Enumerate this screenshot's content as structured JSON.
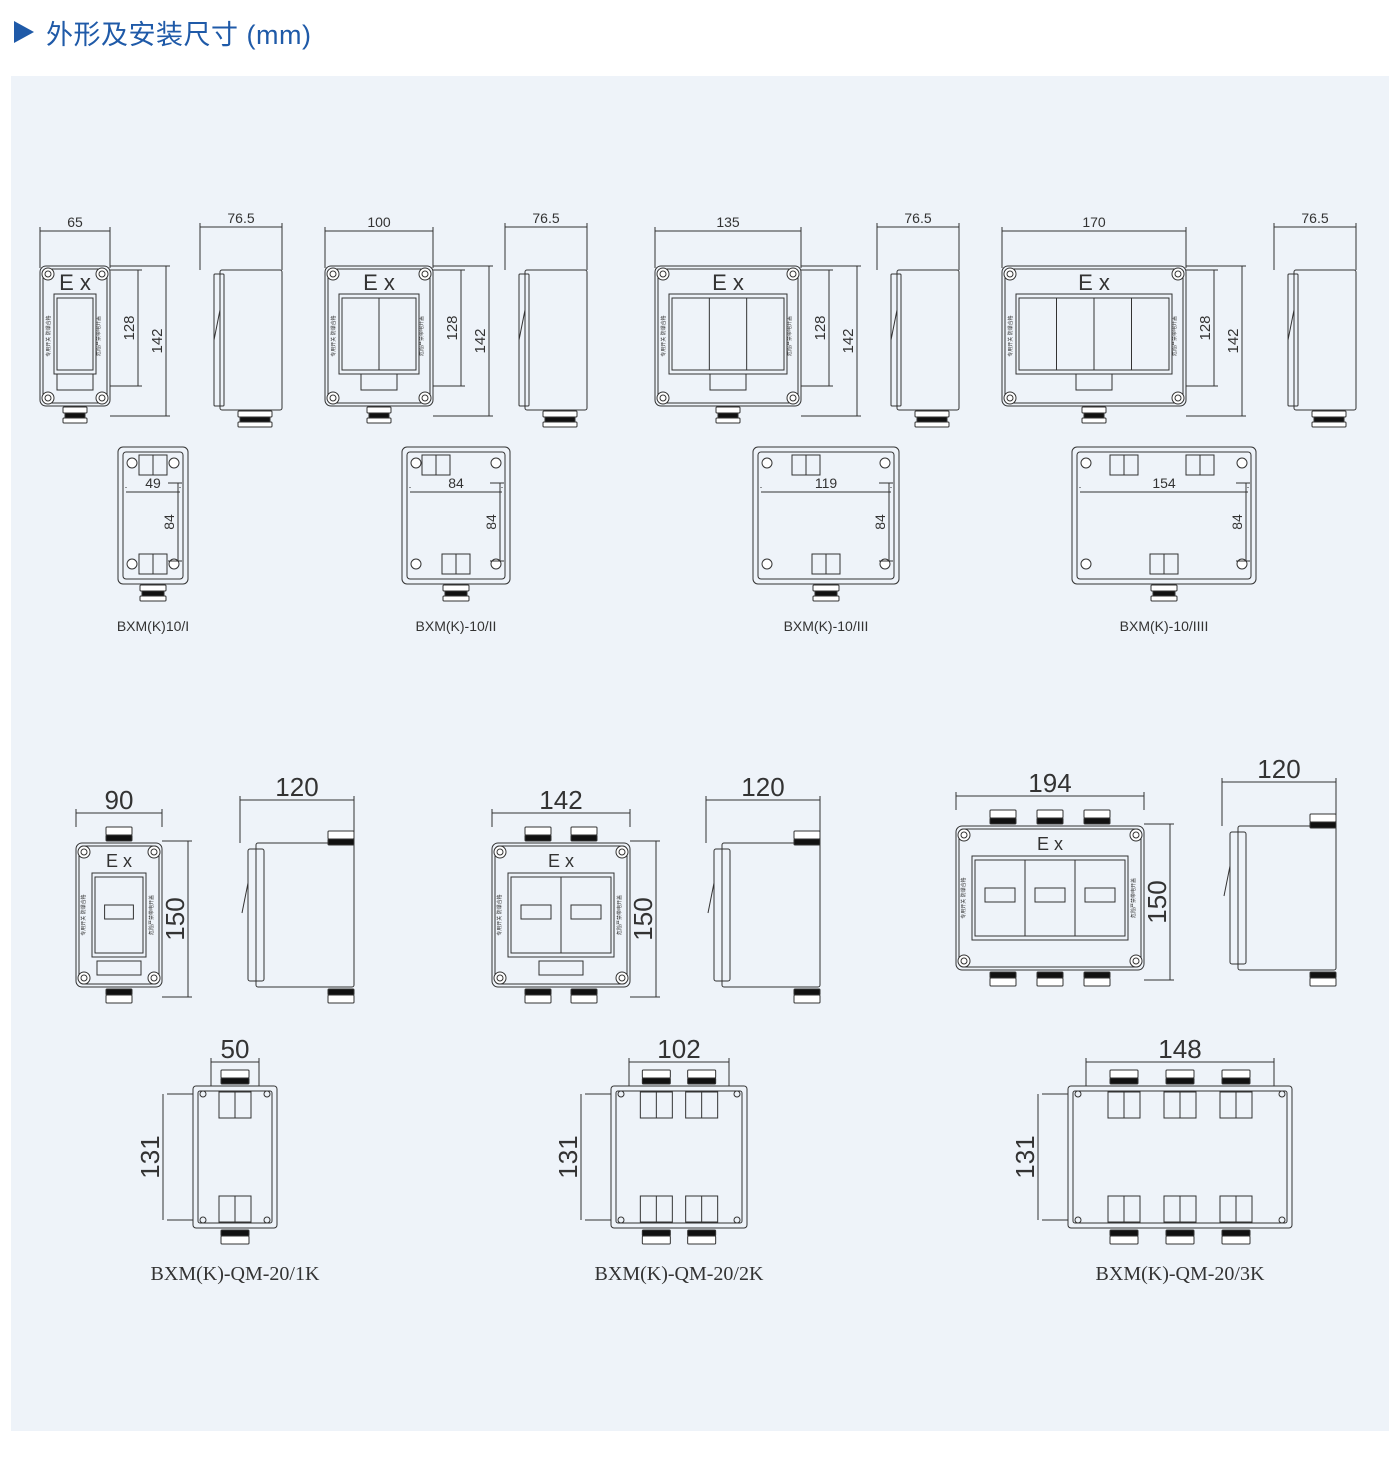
{
  "header": {
    "title": "外形及安装尺寸 (mm)",
    "accent": "#1f5aa8"
  },
  "ex_mark": "E x",
  "badges": {
    "left": "专用开关 防爆合格",
    "right": "危险严禁带电开盖"
  },
  "row1": [
    {
      "model": "BXM(K)10/I",
      "front_width": "65",
      "side_depth": "76.5",
      "h_inner": "128",
      "h_outer": "142",
      "mount_w": "49",
      "mount_h": "84"
    },
    {
      "model": "BXM(K)-10/II",
      "front_width": "100",
      "side_depth": "76.5",
      "h_inner": "128",
      "h_outer": "142",
      "mount_w": "84",
      "mount_h": "84"
    },
    {
      "model": "BXM(K)-10/III",
      "front_width": "135",
      "side_depth": "76.5",
      "h_inner": "128",
      "h_outer": "142",
      "mount_w": "119",
      "mount_h": "84"
    },
    {
      "model": "BXM(K)-10/IIII",
      "front_width": "170",
      "side_depth": "76.5",
      "h_inner": "128",
      "h_outer": "142",
      "mount_w": "154",
      "mount_h": "84"
    }
  ],
  "row2": [
    {
      "model": "BXM(K)-QM-20/1K",
      "front_width": "90",
      "side_depth": "120",
      "height": "150",
      "mount_w": "50",
      "mount_h": "131"
    },
    {
      "model": "BXM(K)-QM-20/2K",
      "front_width": "142",
      "side_depth": "120",
      "height": "150",
      "mount_w": "102",
      "mount_h": "131"
    },
    {
      "model": "BXM(K)-QM-20/3K",
      "front_width": "194",
      "side_depth": "120",
      "height": "150",
      "mount_w": "148",
      "mount_h": "131"
    }
  ]
}
